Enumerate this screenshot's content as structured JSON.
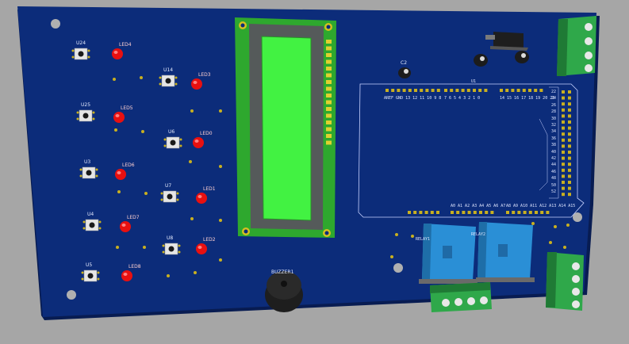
{
  "board": {
    "lcd_header": "",
    "buttons": [
      {
        "ref": "U24"
      },
      {
        "ref": "U14"
      },
      {
        "ref": "U25"
      },
      {
        "ref": "U6"
      },
      {
        "ref": "U3"
      },
      {
        "ref": "U7"
      },
      {
        "ref": "U4"
      },
      {
        "ref": "U8"
      },
      {
        "ref": "U5"
      }
    ],
    "leds": [
      {
        "ref": "LED4"
      },
      {
        "ref": "LED3"
      },
      {
        "ref": "LED5"
      },
      {
        "ref": "LED0"
      },
      {
        "ref": "LED6"
      },
      {
        "ref": "LED1"
      },
      {
        "ref": "LED7"
      },
      {
        "ref": "LED2"
      },
      {
        "ref": "LED8"
      }
    ],
    "capacitor_ref": "C2",
    "arduino_ref": "U1",
    "arduino_top_labels": "AREF GND 13 12 11 10 9 8",
    "arduino_top_labels2": "7 6 5 4 3 2 1 0",
    "arduino_top_labels3": "14 15 16 17 18 19 20 21",
    "arduino_bottom_labels": "A0 A1 A2 A3 A4 A5 A6 A7",
    "arduino_bottom_labels2": "A8 A9 A10 A11 A12 A13 A14 A15",
    "arduino_right_labels": [
      "22",
      "24",
      "26",
      "28",
      "30",
      "32",
      "34",
      "36",
      "38",
      "40",
      "42",
      "44",
      "46",
      "48",
      "50",
      "52"
    ],
    "relays": [
      {
        "ref": "RELAY1"
      },
      {
        "ref": "RELAY2"
      }
    ],
    "buzzer_ref": "BUZZER1",
    "colors": {
      "pcb": "#0c2c7a",
      "lcd_green": "#3ff23f",
      "relay_blue": "#2a8fd6",
      "terminal_green": "#2fa84a",
      "led_red": "#e81010",
      "gold": "#d4c020"
    }
  }
}
